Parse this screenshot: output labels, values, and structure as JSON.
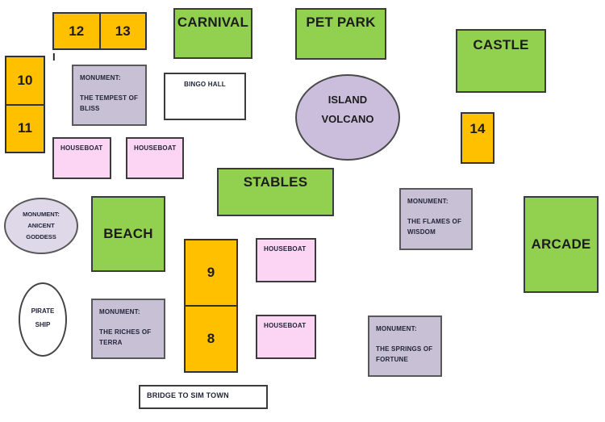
{
  "lots": {
    "n8": "8",
    "n9": "9",
    "n10": "10",
    "n11": "11",
    "n12": "12",
    "n13": "13",
    "n14": "14"
  },
  "venues": {
    "carnival": "CARNIVAL",
    "pet_park": "PET PARK",
    "castle": "CASTLE",
    "stables": "STABLES",
    "beach": "BEACH",
    "arcade": "ARCADE",
    "bingo_hall": "BINGO HALL",
    "bridge": "BRIDGE TO SIM TOWN"
  },
  "island_volcano": {
    "line1": "ISLAND",
    "line2": "VOLCANO"
  },
  "pirate_ship": {
    "line1": "PIRATE",
    "line2": "SHIP"
  },
  "houseboats": [
    "HOUSEBOAT",
    "HOUSEBOAT",
    "HOUSEBOAT",
    "HOUSEBOAT"
  ],
  "monuments": {
    "tempest_of_bliss": {
      "heading": "MONUMENT:",
      "line1": "THE TEMPEST OF",
      "line2": "BLISS"
    },
    "ancient_goddess": {
      "heading": "MONUMENT:",
      "line1": "ANICENT",
      "line2": "GODDESS"
    },
    "riches_of_terra": {
      "heading": "MONUMENT:",
      "line1": "THE RICHES OF",
      "line2": "TERRA"
    },
    "flames_of_wisdom": {
      "heading": "MONUMENT:",
      "line1": "THE FLAMES OF",
      "line2": "WISDOM"
    },
    "springs_of_fortune": {
      "heading": "MONUMENT:",
      "line1": "THE SPRINGS OF",
      "line2": "FORTUNE"
    }
  },
  "stray_mark": "I",
  "colors": {
    "lot_fill": "#FFC000",
    "venue_fill": "#92D050",
    "monument_fill": "#C8C0D4",
    "volcano_fill": "#CBBEDC",
    "goddess_fill": "#DED8E8",
    "houseboat_fill": "#FBD5F3",
    "white_fill": "#FFFFFF",
    "outline": "#3B3B3B",
    "text": "#1D1D1D"
  }
}
